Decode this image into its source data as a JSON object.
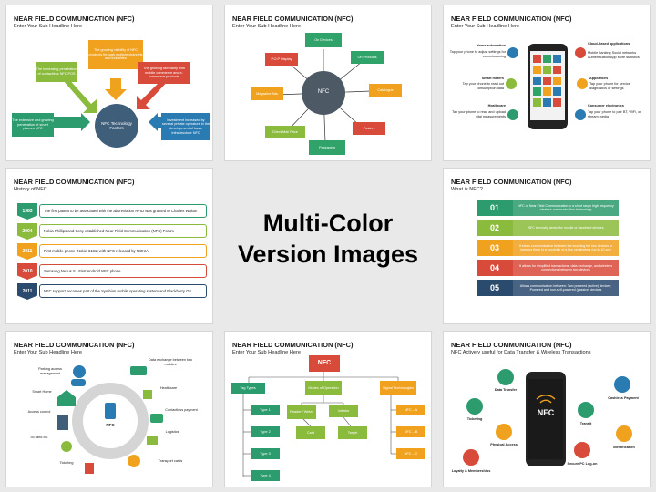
{
  "center": {
    "line1": "Multi-Color",
    "line2": "Version Images"
  },
  "slides": {
    "factory": {
      "title": "NEAR FIELD COMMUNICATION (NFC)",
      "subtitle": "Enter Your Sub Headline Here",
      "center_label": "NFC Technology Factors",
      "boxes": [
        "The extensive and growing penetration of smart phones NFC",
        "The increasing penetration of contactless NFC POS",
        "The growing visibility of NFC products through multiple channels and industries",
        "The growing familiarity with mobile commerce and e-commerce products",
        "Investment increased by several private operators in the development of basic infrastructure NFC"
      ],
      "colors": [
        "#2c9b6d",
        "#8bbb3c",
        "#f0a21f",
        "#d84a3a",
        "#2a7bb1"
      ]
    },
    "hub": {
      "title": "NEAR FIELD COMMUNICATION (NFC)",
      "subtitle": "Enter Your Sub Headline Here",
      "center": "NFC",
      "nodes": [
        "On Devices",
        "On Products",
        "Catalogue",
        "Posters",
        "Packaging",
        "Direct Mail Price",
        "Magazine Ads",
        "P.O.P Display"
      ],
      "colors": [
        "#2fa36a",
        "#2fa36a",
        "#f0a21f",
        "#d84a3a",
        "#2fa36a",
        "#8bbb3c",
        "#f0a21f",
        "#d84a3a"
      ]
    },
    "phone": {
      "title": "NEAR FIELD COMMUNICATION (NFC)",
      "subtitle": "Enter Your Sub Headline Here",
      "left": [
        {
          "heading": "Home automation",
          "text": "Tap your phone to adjust settings for commissioning"
        },
        {
          "heading": "Smart meters",
          "text": "Tap your phone to read out consumption data"
        },
        {
          "heading": "Healthcare",
          "text": "Tap your phone to read and upload vital measurements"
        }
      ],
      "right": [
        {
          "heading": "Cloud-based applications",
          "text": "Mobile banking Social networks Authentication App store statistics"
        },
        {
          "heading": "Appliances",
          "text": "Tap your phone for service diagnostics or settings"
        },
        {
          "heading": "Consumer electronics",
          "text": "Tap your phone to pair BT, WiFi, or stream media"
        }
      ]
    },
    "history": {
      "title": "NEAR FIELD COMMUNICATION (NFC)",
      "subtitle": "History of NFC",
      "items": [
        {
          "year": "1983",
          "text": "The first patent to be associated with the abbreviation RFID was granted to Charles Walton",
          "color": "#2c9b6d"
        },
        {
          "year": "2004",
          "text": "Nokia Phillips and Sony established Near Field Communication (NFC) Forum",
          "color": "#8bbb3c"
        },
        {
          "year": "2011",
          "text": "First mobile phone (Nokia 6131) with NFC released by NOKIA",
          "color": "#f0a21f"
        },
        {
          "year": "2010",
          "text": "Samsung Nexus S - First Android NFC phone",
          "color": "#d84a3a"
        },
        {
          "year": "2011",
          "text": "NFC support becomes part of the Symbian mobile operating system and Blackberry OS",
          "color": "#2a4a6e"
        }
      ]
    },
    "what": {
      "title": "NEAR FIELD COMMUNICATION (NFC)",
      "subtitle": "What is NFC?",
      "items": [
        {
          "num": "01",
          "text": "NFC or Near Field Communication is a short range high frequency wireless communication technology",
          "color": "#2c9b6d"
        },
        {
          "num": "02",
          "text": "NFC is mostly aimed for mobile or handheld devices",
          "color": "#8bbb3c"
        },
        {
          "num": "03",
          "text": "It exists communication between the touching the two devices or keeping them in a proximity of a few centimeters (up to 10 cm)",
          "color": "#f0a21f"
        },
        {
          "num": "04",
          "text": "It allows for simplified transactions, data exchange, and wireless connections between two devices",
          "color": "#d84a3a"
        },
        {
          "num": "05",
          "text": "Allows communication between: Two powered (active) devices; Powered and non-self-powered (passive) devices",
          "color": "#2a4a6e"
        }
      ]
    },
    "ring": {
      "title": "NEAR FIELD COMMUNICATION (NFC)",
      "subtitle": "Enter Your Sub Headline Here",
      "center": "NFC",
      "left": [
        "Parking access management",
        "Smart Home",
        "Access control",
        "IoT and 5G",
        "Ticketing"
      ],
      "right": [
        "Data exchange between two mobiles",
        "Healthcare",
        "Contactless payment",
        "Logistics",
        "Transport cards"
      ]
    },
    "tree": {
      "title": "NEAR FIELD COMMUNICATION (NFC)",
      "subtitle": "Enter Your Sub Headline Here",
      "root": "NFC",
      "branches": [
        "Tag Types",
        "Modes of Operation",
        "Signal Technologies"
      ],
      "types": [
        "Type 1",
        "Type 2",
        "Type 3",
        "Type 4"
      ],
      "modes": [
        "Reader / Writer",
        "Initiator",
        "Card",
        "Target"
      ],
      "signals": [
        "NFC – A",
        "NFC – B",
        "NFC – C"
      ]
    },
    "useful": {
      "title": "NEAR FIELD COMMUNICATION (NFC)",
      "subtitle": "NFC Actively useful for Data Transfer & Wireless Transactions",
      "center": "NFC",
      "labels": [
        "Data Transfer",
        "Ticketing",
        "Physical Access",
        "Loyalty & Memberships",
        "Cashless Payment",
        "Transit",
        "Identification",
        "Secure PC Log-on"
      ]
    }
  }
}
